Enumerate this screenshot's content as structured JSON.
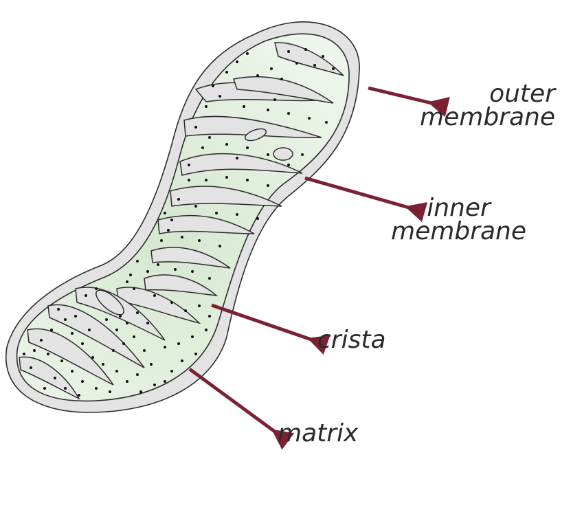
{
  "labels": {
    "outer": [
      "outer",
      "membrane"
    ],
    "inner": [
      "inner",
      "membrane"
    ],
    "crista": "crista",
    "matrix": "matrix"
  },
  "colors": {
    "outer_membrane_fill": "#e3e3e3",
    "matrix_fill": "#e6f1e2",
    "matrix_fill_dark": "#cfe3c9",
    "outline": "#2b2b2b",
    "arrow": "#7a2233",
    "dot": "#111111"
  }
}
